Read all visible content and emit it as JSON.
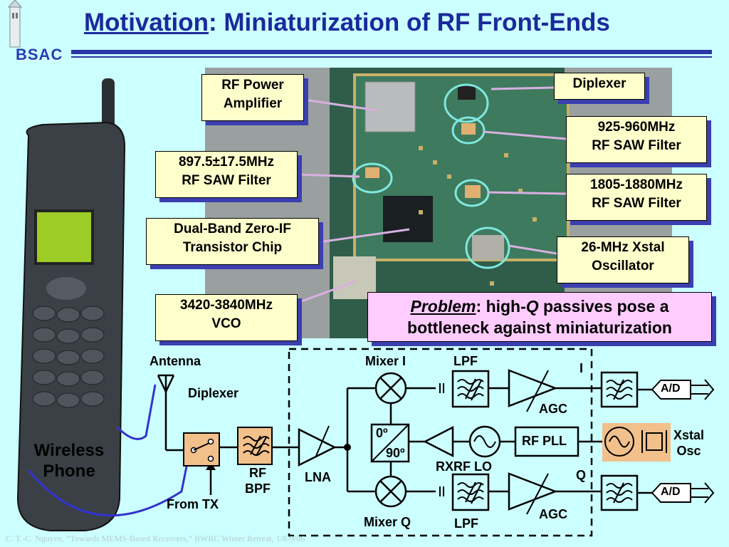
{
  "header": {
    "title_emph": "Motivation",
    "title_rest": ": Miniaturization of RF Front-Ends",
    "logo_text": "BSAC"
  },
  "photo_labels": {
    "power_amp": [
      "RF Power",
      "Amplifier"
    ],
    "diplexer": "Diplexer",
    "saw_925": [
      "925-960MHz",
      "RF SAW Filter"
    ],
    "saw_897": [
      "897.5±17.5MHz",
      "RF SAW Filter"
    ],
    "saw_1805": [
      "1805-1880MHz",
      "RF SAW Filter"
    ],
    "chip": [
      "Dual-Band Zero-IF",
      "Transistor Chip"
    ],
    "xtal": [
      "26-MHz Xstal",
      "Oscillator"
    ],
    "vco": [
      "3420-3840MHz",
      "VCO"
    ]
  },
  "problem": {
    "word": "Problem",
    "mid": ": high-",
    "q": "Q",
    "rest": " passives pose a",
    "line2": "bottleneck against miniaturization"
  },
  "phone": {
    "line1": "Wireless",
    "line2": "Phone"
  },
  "diagram": {
    "antenna": "Antenna",
    "diplexer": "Diplexer",
    "from_tx": "From TX",
    "rf_bpf": [
      "RF",
      "BPF"
    ],
    "lna": "LNA",
    "mixer_i": "Mixer I",
    "mixer_q": "Mixer Q",
    "lpf_top": "LPF",
    "lpf_bottom": "LPF",
    "agc_top": "AGC",
    "agc_bottom": "AGC",
    "i_label": "I",
    "q_label": "Q",
    "phase0": "0º",
    "phase90": "90º",
    "rxrf_lo": "RXRF LO",
    "rf_pll": "RF PLL",
    "ad_top": "A/D",
    "ad_bottom": "A/D",
    "xstal_osc": [
      "Xstal",
      "Osc"
    ]
  },
  "footer": "C. T.-C. Nguyen, “Towards MEMS-Based Receivers,” BWRC Winter Retreat, 1/8-9/06",
  "colors": {
    "background": "#ccffff",
    "title": "#1a2a9c",
    "label_fill": "#ffffcc",
    "problem_fill": "#ffccff",
    "shadow": "#3b3fb0",
    "component_orange": "#f2c08a",
    "highlight_cyan": "#7fe8e0"
  }
}
